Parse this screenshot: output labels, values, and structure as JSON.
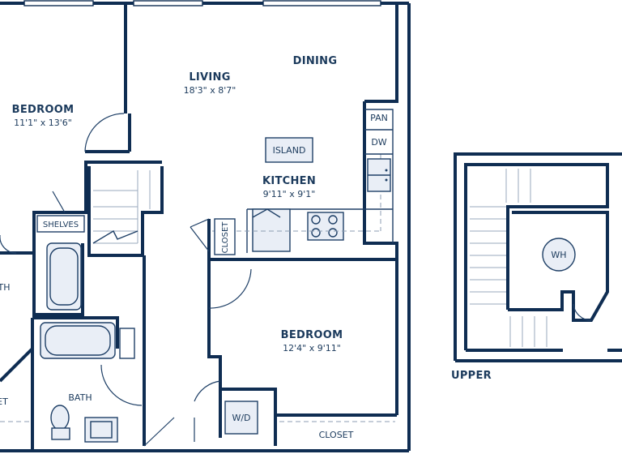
{
  "rooms": {
    "bedroom_left": {
      "name": "BEDROOM",
      "dim": "11'1\" x 13'6\""
    },
    "living": {
      "name": "LIVING",
      "dim": "18'3\" x 8'7\""
    },
    "dining": {
      "name": "DINING"
    },
    "kitchen": {
      "name": "KITCHEN",
      "dim": "9'11\" x 9'1\""
    },
    "bedroom_right": {
      "name": "BEDROOM",
      "dim": "12'4\" x 9'11\""
    },
    "bath_lower": {
      "name": "BATH"
    },
    "bath_left_partial": {
      "name": "TH"
    },
    "closet_left_partial": {
      "name": "ET"
    }
  },
  "fixtures": {
    "island": "ISLAND",
    "pantry": "PAN",
    "dishwasher": "DW",
    "shelves": "SHELVES",
    "closet_vertical": "CLOSET",
    "closet_bottom": "CLOSET",
    "washer_dryer": "W/D",
    "water_heater": "WH"
  },
  "upper": {
    "label": "UPPER"
  },
  "colors": {
    "wall": "#0f2d52",
    "fixture_fill": "#e9eef6",
    "text": "#1b3a5c",
    "dash": "#8d9db3"
  }
}
